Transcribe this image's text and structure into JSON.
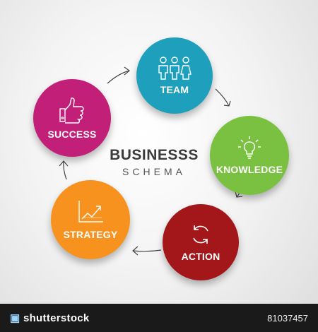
{
  "center": {
    "title": "BUSINESSS",
    "subtitle": "SCHEMA"
  },
  "nodes": [
    {
      "id": "team",
      "label": "TEAM",
      "color": "#1ea0bd",
      "icon": "people-icon"
    },
    {
      "id": "knowledge",
      "label": "KNOWLEDGE",
      "color": "#7ac142",
      "icon": "lightbulb-icon"
    },
    {
      "id": "action",
      "label": "ACTION",
      "color": "#a3171b",
      "icon": "refresh-icon"
    },
    {
      "id": "strategy",
      "label": "STRATEGY",
      "color": "#f7921e",
      "icon": "growth-chart-icon"
    },
    {
      "id": "success",
      "label": "SUCCESS",
      "color": "#c21f79",
      "icon": "thumbs-up-icon"
    }
  ],
  "footer": {
    "brand": "shutterstock",
    "image_id": "81037457"
  }
}
